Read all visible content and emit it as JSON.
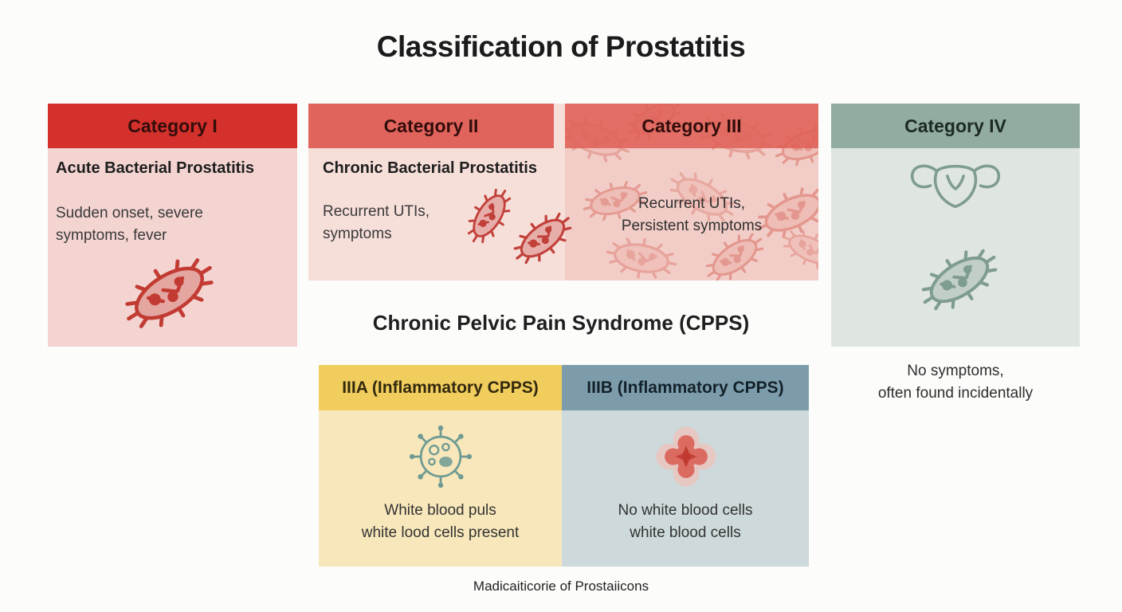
{
  "title": "Classification of Prostatitis",
  "categories": [
    {
      "label": "Category I",
      "subtitle": "Acute Bacterial Prostatitis",
      "description": [
        "Sudden onset, severe",
        "symptoms, fever"
      ],
      "icon": "bacteria-icon",
      "header_color": "#d4302c",
      "body_color": "#f3d4d1"
    },
    {
      "label": "Category II",
      "subtitle": "Chronic Bacterial Prostatitis",
      "description": [
        "Recurrent UTIs,",
        "symptoms"
      ],
      "icon": "bacteria-icon",
      "header_color": "#e0645c",
      "body_color": "#f6ded9"
    },
    {
      "label": "Category III",
      "description": [
        "Recurrent UTIs,",
        "Persistent symptoms"
      ],
      "icon": "bacteria-pattern",
      "header_color": "#df6158",
      "body_color": "#f2cdc7"
    },
    {
      "label": "Category IV",
      "description": [
        "No symptoms,",
        "often found incidentally"
      ],
      "icon": "prostate-icon bacteria-icon",
      "header_color": "#92ac9f",
      "body_color": "#dfe6df"
    }
  ],
  "cpps": {
    "heading": "Chronic Pelvic Pain Syndrome (CPPS)",
    "subtypes": [
      {
        "label": "IIIA (Inflammatory CPPS)",
        "description": [
          "White blood puls",
          "white lood cells present"
        ],
        "icon": "white-blood-cell-icon",
        "header_color": "#f0cd5d",
        "body_color": "#f7e7ba"
      },
      {
        "label": "IIIB (Inflammatory CPPS)",
        "description": [
          "No white blood cells",
          "white blood cells"
        ],
        "icon": "inflammation-cross-icon",
        "header_color": "#7d9cab",
        "body_color": "#cdd9da"
      }
    ]
  },
  "caption": "Madicaiticorie of Prostaiicons"
}
